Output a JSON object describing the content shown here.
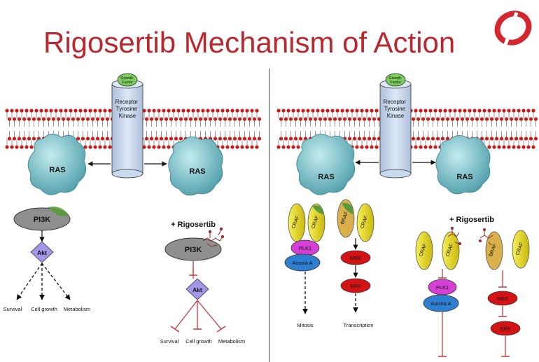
{
  "slide": {
    "title": "Rigosertib Mechanism of Action"
  },
  "receptor": {
    "ligand": [
      "Growth",
      "Factor"
    ],
    "name": [
      "Receptor",
      "Tyrosine",
      "Kinase"
    ]
  },
  "left_panel": {
    "ras_label": "RAS",
    "ras_label_inhibited": "RAS",
    "pi3k_label": "PI3K",
    "akt_label": "Akt",
    "drug_label": "+ Rigosertib",
    "outcomes": [
      "Survival",
      "Cell growth",
      "Metabolism"
    ]
  },
  "right_panel": {
    "ras_label": "RAS",
    "ras_label_inhibited": "RAS",
    "craf_label": "CRAF",
    "braf_label": "BRAF",
    "plk1_label": "PLK1",
    "aurora_label": "Aurora A",
    "mek_label": "MEK",
    "erk_label": "ERK",
    "drug_label": "+ Rigosertib",
    "outcome_mitosis": "Mitosis",
    "outcome_transcription": "Transcription"
  },
  "colors": {
    "title": "#b8282e",
    "logo": "#d4262f",
    "membrane_head": "#c81e1e",
    "receptor": "#c9d9ee",
    "ligand": "#7ccc5c",
    "ras": "#86c9d3",
    "pi3k": "#8f8f8f",
    "akt": "#a595e8",
    "raf": "#ede41c",
    "plk1": "#d63fd6",
    "aurora": "#2f7fd0",
    "mek_erk": "#d41414",
    "inhibition": "#c43a3a"
  }
}
